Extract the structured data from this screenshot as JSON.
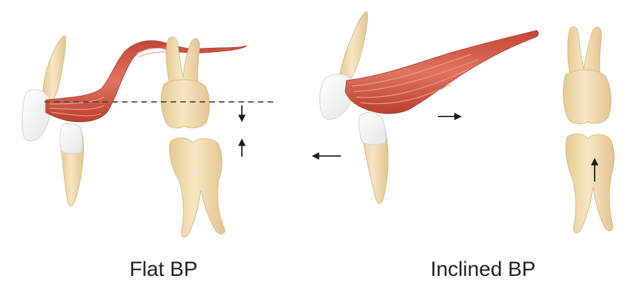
{
  "figure": {
    "left_panel": {
      "caption": "Flat BP"
    },
    "right_panel": {
      "caption": "Inclined BP"
    }
  },
  "colors": {
    "background": "#ffffff",
    "tooth_root": "#f2dcae",
    "tooth_crown": "#fbfbf8",
    "muscle": "#d35a45",
    "muscle_fiber": "#ee9b87",
    "arrow": "#1a1a1a",
    "reference_line": "#444444"
  },
  "icons": {
    "upper_incisor": "upper-incisor-tooth",
    "lower_incisor": "lower-incisor-tooth",
    "upper_molar": "upper-molar-tooth",
    "lower_molar": "lower-molar-tooth",
    "muscle": "lateral-pterygoid-muscle",
    "arrow": "direction-arrow"
  }
}
